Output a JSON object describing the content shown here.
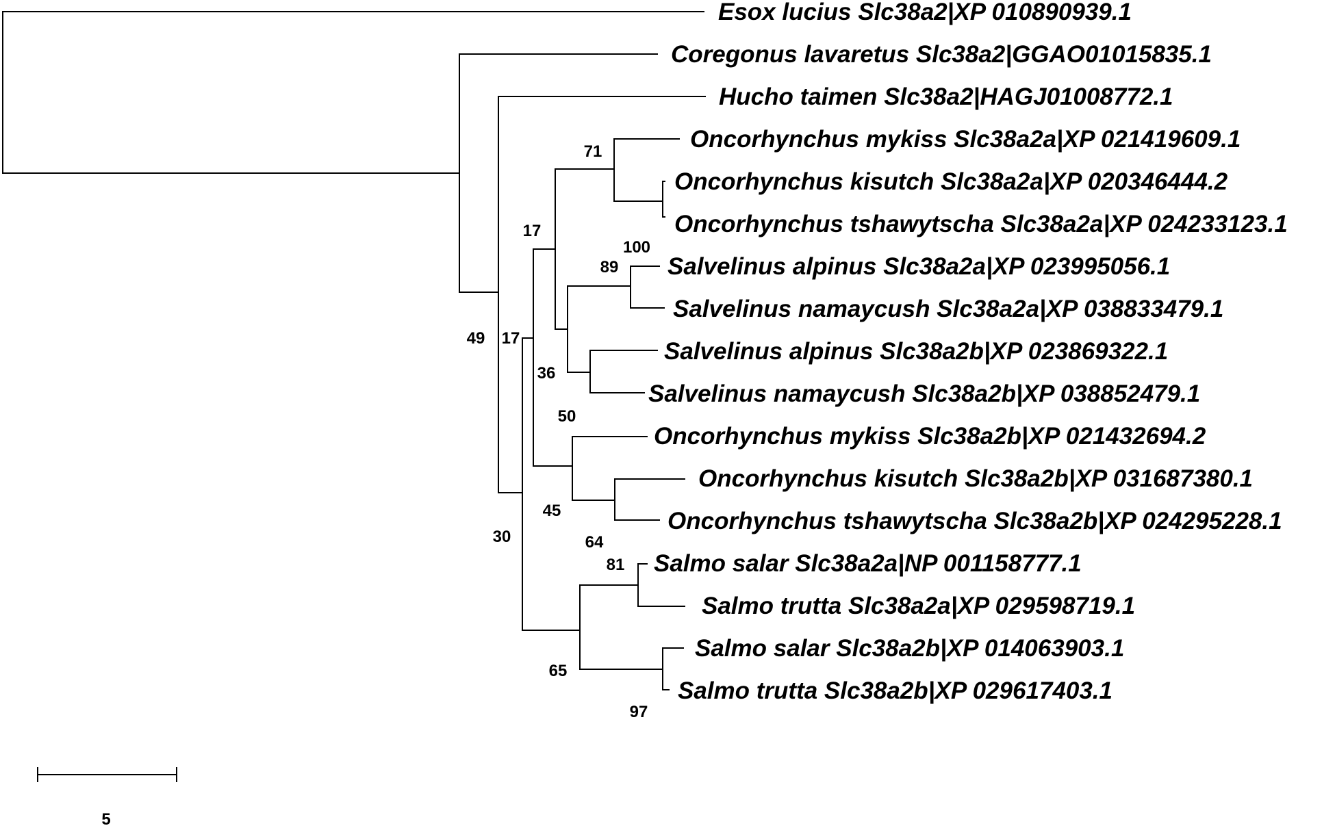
{
  "tree": {
    "leaves": [
      "Esox lucius Slc38a2|XP 010890939.1",
      "Coregonus lavaretus Slc38a2|GGAO01015835.1",
      "Hucho taimen Slc38a2|HAGJ01008772.1",
      "Oncorhynchus mykiss Slc38a2a|XP 021419609.1",
      "Oncorhynchus kisutch Slc38a2a|XP 020346444.2",
      "Oncorhynchus tshawytscha Slc38a2a|XP 024233123.1",
      "Salvelinus alpinus Slc38a2a|XP 023995056.1",
      "Salvelinus namaycush Slc38a2a|XP 038833479.1",
      "Salvelinus alpinus Slc38a2b|XP 023869322.1",
      "Salvelinus namaycush Slc38a2b|XP 038852479.1",
      "Oncorhynchus mykiss Slc38a2b|XP 021432694.2",
      "Oncorhynchus kisutch Slc38a2b|XP 031687380.1",
      "Oncorhynchus tshawytscha Slc38a2b|XP 024295228.1",
      "Salmo salar Slc38a2a|NP 001158777.1",
      "Salmo trutta Slc38a2a|XP 029598719.1",
      "Salmo salar Slc38a2b|XP 014063903.1",
      "Salmo trutta Slc38a2b|XP 029617403.1"
    ],
    "bootstrap": {
      "coregonus_node": "49",
      "hucho_node": "30",
      "oncorhynchus_salvelinus_node": "17",
      "core_node": "17",
      "omykiss_a_node": "71",
      "okisutch_a_node": "100",
      "salvelinus_node": "36",
      "salvelinus_a_node": "89",
      "oncorhynchus_b_node": "50",
      "okisutch_b_node": "45",
      "salmo_node": "64",
      "salmo_a_node": "81",
      "salmo_b_node": "65",
      "salmo_b_pair_node": "97"
    },
    "scale_bar_label": "5"
  }
}
